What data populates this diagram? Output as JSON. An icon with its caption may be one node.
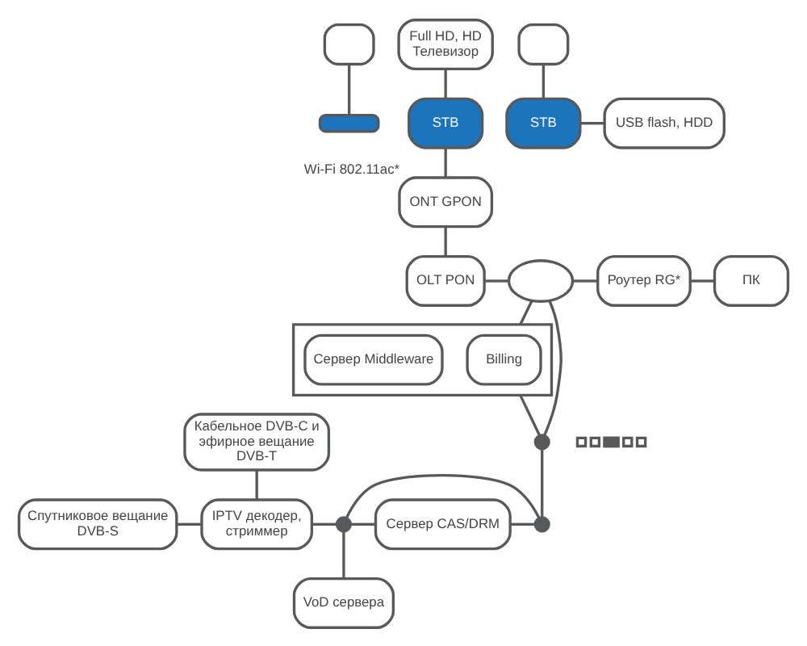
{
  "diagram": {
    "nodes": [
      {
        "text": [],
        "shape": "box"
      },
      {
        "text": [
          "Full HD, HD Телевизор"
        ]
      },
      {
        "text": [],
        "shape": "box"
      },
      {
        "text": [
          "STB"
        ]
      },
      {
        "text": [],
        "shape": "box"
      },
      {
        "text": [
          "STB"
        ]
      },
      {
        "text": [
          "USB flash, HDD"
        ]
      },
      {
        "text": [
          "ONT GPON"
        ],
        "beside": [
          "Wi-Fi 802.11ac*"
        ]
      },
      {
        "text": [],
        "shape": "picture"
      },
      {
        "text": [
          "Кабельное DVB-C и эфирное вещание DVB-T"
        ]
      },
      {
        "text": [
          "OLT PON"
        ]
      },
      {
        "text": [],
        "shape": "cloud"
      },
      {
        "text": [
          "Роутер RG*"
        ]
      },
      {
        "text": [
          "ПК"
        ]
      },
      {
        "text": [
          "Спутниковое вещание DVB-S"
        ]
      },
      {
        "text": [],
        "shape": "box"
      },
      {
        "text": [
          "Billing"
        ],
        "in": 15
      },
      {
        "text": [
          "Сервер Middleware"
        ],
        "in": 15
      },
      {
        "text": [
          "IPTV декодер, стриммер"
        ]
      },
      {
        "text": [],
        "shape": "circle"
      },
      {
        "text": [
          "Сервер CAS/DRM"
        ]
      },
      {
        "text": [],
        "shape": "circle"
      },
      {
        "text": [],
        "shape": "circle"
      },
      {
        "text": [
          "VoD сервера"
        ]
      }
    ],
    "edges": [
      {
        "from": 0,
        "to": 2,
        "arrow": "none"
      },
      {
        "from": 1,
        "to": 3,
        "arrow": "none"
      },
      {
        "from": 3,
        "to": 7,
        "arrow": "none"
      },
      {
        "from": 4,
        "to": 5,
        "arrow": "none"
      },
      {
        "from": 5,
        "to": 6,
        "arrow": "none"
      },
      {
        "from": 7,
        "to": 10,
        "arrow": "none"
      },
      {
        "from": 10,
        "to": 11,
        "arrow": "none"
      },
      {
        "from": 11,
        "to": 12,
        "arrow": "none"
      },
      {
        "from": 12,
        "to": 13,
        "arrow": "none"
      },
      {
        "from": 11,
        "to": 15,
        "arrow": "none"
      },
      {
        "from": 11,
        "to": 22,
        "arrow": "none"
      },
      {
        "from": 9,
        "to": 18,
        "arrow": "none"
      },
      {
        "from": 14,
        "to": 18,
        "arrow": "none"
      },
      {
        "from": 18,
        "to": 19,
        "arrow": "none"
      },
      {
        "from": 19,
        "to": 20,
        "arrow": "none"
      },
      {
        "from": 20,
        "to": 21,
        "arrow": "none"
      },
      {
        "from": 19,
        "to": 21,
        "arrow": "none"
      },
      {
        "from": 19,
        "to": 23,
        "arrow": "none"
      },
      {
        "from": 22,
        "to": 21,
        "arrow": "none"
      },
      {
        "from": 15,
        "to": 22,
        "arrow": "none"
      }
    ]
  }
}
